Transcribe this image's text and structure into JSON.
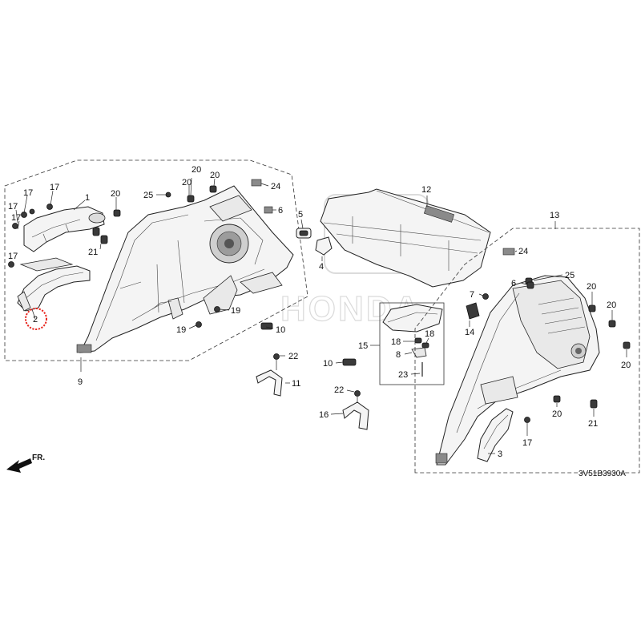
{
  "diagram": {
    "code": "3V51B3930A",
    "direction_label": "FR.",
    "watermark": "HONDA",
    "highlighted_part": "2",
    "highlight_color": "#e8261f",
    "callouts": [
      {
        "id": "c17a",
        "label": "17"
      },
      {
        "id": "c17b",
        "label": "17"
      },
      {
        "id": "c17c",
        "label": "17"
      },
      {
        "id": "c17d",
        "label": "17"
      },
      {
        "id": "c1",
        "label": "1"
      },
      {
        "id": "c20a",
        "label": "20"
      },
      {
        "id": "c21a",
        "label": "21"
      },
      {
        "id": "c17e",
        "label": "17"
      },
      {
        "id": "c2",
        "label": "2"
      },
      {
        "id": "c9",
        "label": "9"
      },
      {
        "id": "c20b",
        "label": "20"
      },
      {
        "id": "c20c",
        "label": "20"
      },
      {
        "id": "c20d",
        "label": "20"
      },
      {
        "id": "c25a",
        "label": "25"
      },
      {
        "id": "c24a",
        "label": "24"
      },
      {
        "id": "c6a",
        "label": "6"
      },
      {
        "id": "c19a",
        "label": "19"
      },
      {
        "id": "c19b",
        "label": "19"
      },
      {
        "id": "c10a",
        "label": "10"
      },
      {
        "id": "c22a",
        "label": "22"
      },
      {
        "id": "c11",
        "label": "11"
      },
      {
        "id": "c5",
        "label": "5"
      },
      {
        "id": "c4",
        "label": "4"
      },
      {
        "id": "c12",
        "label": "12"
      },
      {
        "id": "c15",
        "label": "15"
      },
      {
        "id": "c18a",
        "label": "18"
      },
      {
        "id": "c18b",
        "label": "18"
      },
      {
        "id": "c8",
        "label": "8"
      },
      {
        "id": "c23",
        "label": "23"
      },
      {
        "id": "c10b",
        "label": "10"
      },
      {
        "id": "c22b",
        "label": "22"
      },
      {
        "id": "c16",
        "label": "16"
      },
      {
        "id": "c13",
        "label": "13"
      },
      {
        "id": "c24b",
        "label": "24"
      },
      {
        "id": "c25b",
        "label": "25"
      },
      {
        "id": "c7",
        "label": "7"
      },
      {
        "id": "c6b",
        "label": "6"
      },
      {
        "id": "c20e",
        "label": "20"
      },
      {
        "id": "c20f",
        "label": "20"
      },
      {
        "id": "c14",
        "label": "14"
      },
      {
        "id": "c20g",
        "label": "20"
      },
      {
        "id": "c20h",
        "label": "20"
      },
      {
        "id": "c17f",
        "label": "17"
      },
      {
        "id": "c21b",
        "label": "21"
      },
      {
        "id": "c3",
        "label": "3"
      }
    ]
  }
}
